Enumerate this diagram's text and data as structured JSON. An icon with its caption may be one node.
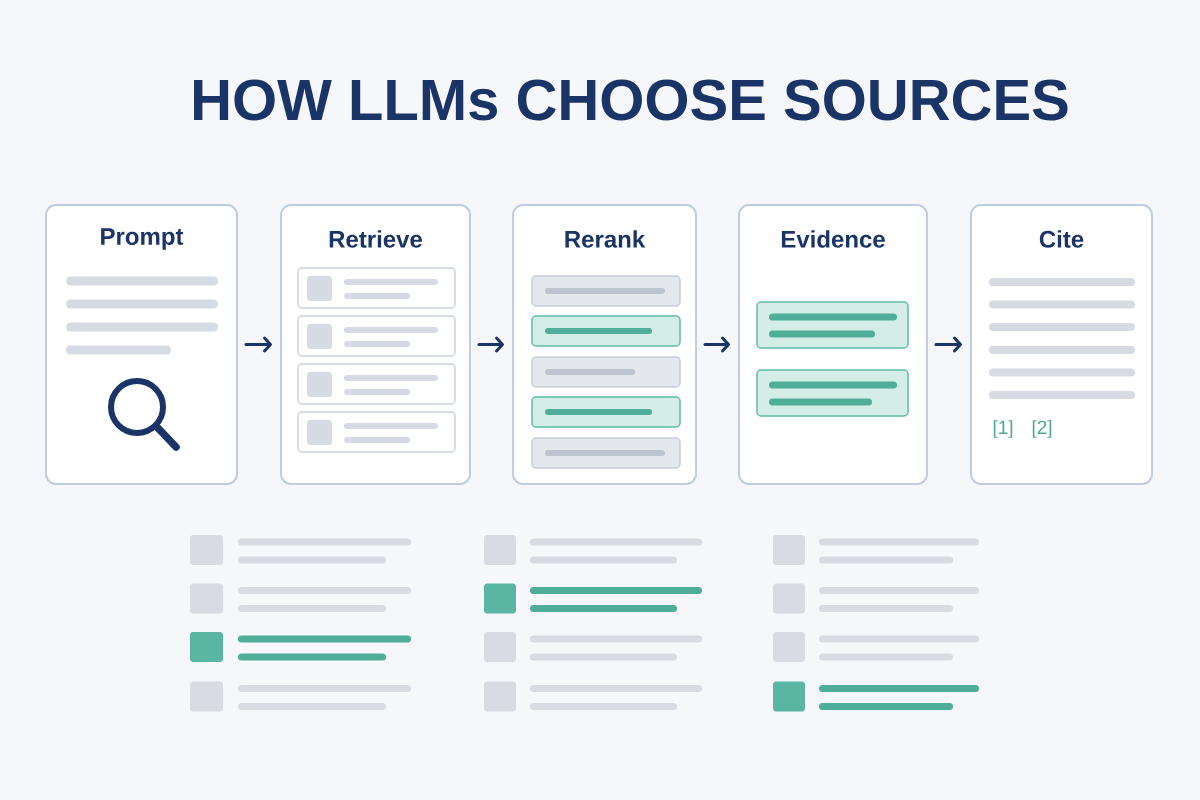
{
  "diagram": {
    "title": "HOW LLMs CHOOSE SOURCES",
    "nodes": [
      {
        "text": [
          "Prompt"
        ]
      },
      {
        "text": [
          "Retrieve"
        ]
      },
      {
        "text": [
          "Rerank"
        ]
      },
      {
        "text": [
          "Evidence"
        ]
      },
      {
        "text": [
          "Cite",
          "[1]",
          "[2]"
        ]
      }
    ],
    "edges": [
      {
        "from": 0,
        "to": 1,
        "arrow": "to"
      },
      {
        "from": 1,
        "to": 2,
        "arrow": "to"
      },
      {
        "from": 2,
        "to": 3,
        "arrow": "to"
      },
      {
        "from": 3,
        "to": 4,
        "arrow": "to"
      }
    ]
  }
}
